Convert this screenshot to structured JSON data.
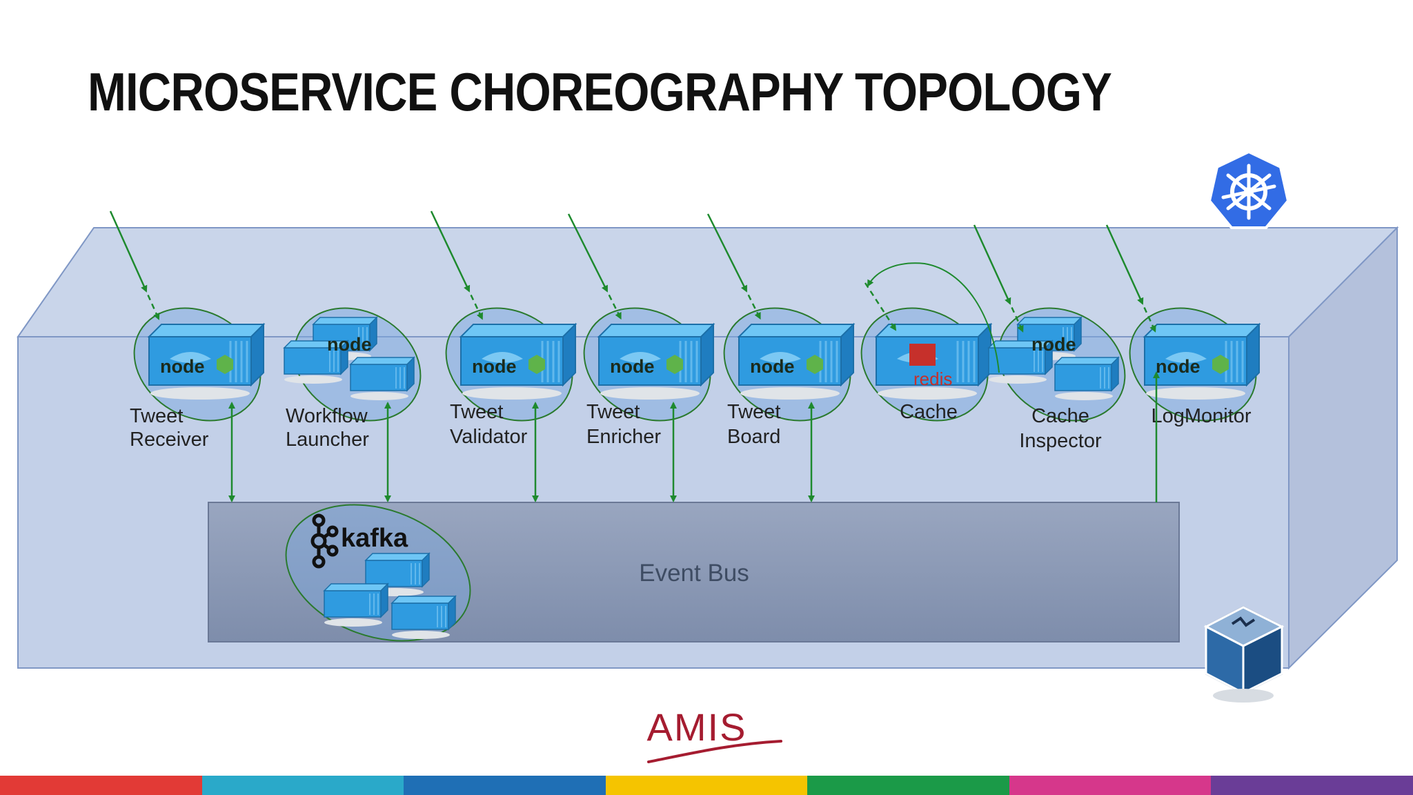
{
  "slide": {
    "title": "MICROSERVICE CHOREOGRAPHY TOPOLOGY",
    "event_bus_label": "Event Bus",
    "kafka_label": "kafka",
    "brand_logo": "AMIS",
    "services": [
      {
        "line1": "Tweet",
        "line2": "Receiver",
        "logo": "node"
      },
      {
        "line1": "Workflow",
        "line2": "Launcher",
        "logo": "node"
      },
      {
        "line1": "Tweet",
        "line2": "Validator",
        "logo": "node"
      },
      {
        "line1": "Tweet",
        "line2": "Enricher",
        "logo": "node"
      },
      {
        "line1": "Tweet",
        "line2": "Board",
        "logo": "node"
      },
      {
        "line1": "Cache",
        "line2": "",
        "logo": "redis"
      },
      {
        "line1": "Cache",
        "line2": "Inspector",
        "logo": "node"
      },
      {
        "line1": "LogMonitor",
        "line2": "",
        "logo": "node"
      }
    ],
    "node_logo_text": "node",
    "redis_logo_text": "redis",
    "icons": [
      "kubernetes-icon",
      "virtualbox-icon",
      "docker-container-icon",
      "kafka-icon"
    ]
  },
  "colors": {
    "arrow": "#1e8a2e",
    "box_fill": "#c7d4ea",
    "box_side": "#b5c3de",
    "bus_fill": "#8d9cb9",
    "kubernetes": "#326ce5",
    "amis_red": "#a51c30"
  },
  "footer_bar_colors": [
    "#e23a36",
    "#2aa9c9",
    "#1f6fb5",
    "#f5c400",
    "#1b9a48",
    "#d6378b",
    "#6a3d97"
  ]
}
